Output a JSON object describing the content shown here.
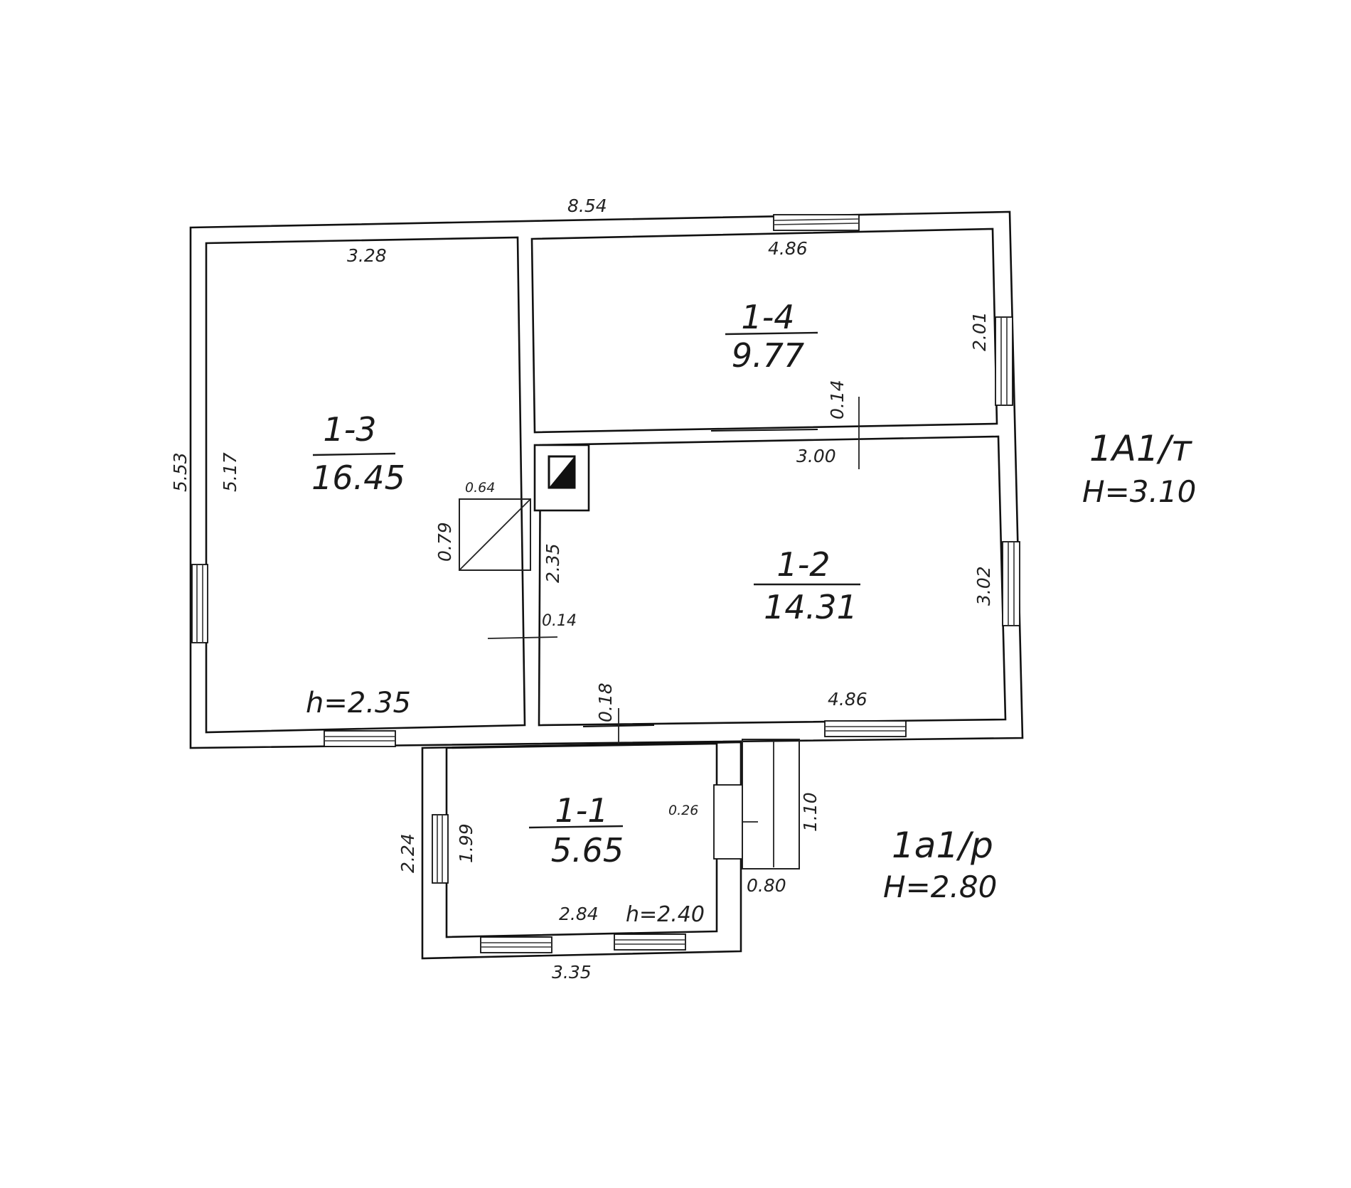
{
  "rooms": [
    {
      "code": "1-3",
      "area": "16.45"
    },
    {
      "code": "1-4",
      "area": "9.77"
    },
    {
      "code": "1-2",
      "area": "14.31"
    },
    {
      "code": "1-1",
      "area": "5.65"
    }
  ],
  "buildings": [
    {
      "label": "1А1/т",
      "height": "H=3.10"
    },
    {
      "label": "1а1/р",
      "height": "H=2.80"
    }
  ],
  "dims": {
    "top_overall": "8.54",
    "room13_top": "3.28",
    "room14_top": "4.86",
    "room14_right": "2.01",
    "room14_partition": "0.14",
    "room12_top": "3.00",
    "left_outer": "5.53",
    "room13_left": "5.17",
    "stove_width": "0.64",
    "stove_depth": "0.79",
    "partition_len": "2.35",
    "partition_thk": "0.14",
    "room12_right": "3.02",
    "room12_bottom": "4.86",
    "room13_height": "h=2.35",
    "wall_thk": "0.18",
    "room11_left_outer": "2.24",
    "room11_left": "1.99",
    "room11_wall": "0.26",
    "porch_len": "1.10",
    "porch_width": "0.80",
    "room11_bottom": "2.84",
    "room11_height": "h=2.40",
    "room11_outer": "3.35"
  }
}
